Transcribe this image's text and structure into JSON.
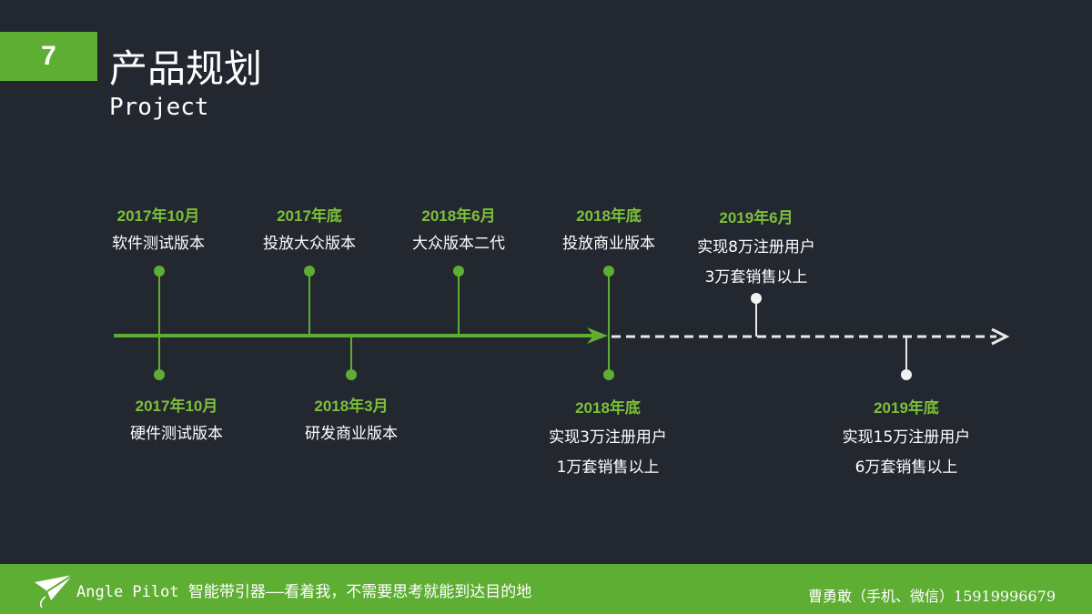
{
  "header": {
    "number": "7",
    "title": "产品规划",
    "subtitle": "Project"
  },
  "colors": {
    "background": "#23272f",
    "accent": "#5fae34",
    "date": "#7cc03a",
    "future": "#e8e8e8"
  },
  "timeline": {
    "above": [
      {
        "date": "2017年10月",
        "lines": [
          "软件测试版本"
        ],
        "status": "done"
      },
      {
        "date": "2017年底",
        "lines": [
          "投放大众版本"
        ],
        "status": "done"
      },
      {
        "date": "2018年6月",
        "lines": [
          "大众版本二代"
        ],
        "status": "done"
      },
      {
        "date": "2018年底",
        "lines": [
          "投放商业版本"
        ],
        "status": "done"
      },
      {
        "date": "2019年6月",
        "lines": [
          "实现8万注册用户",
          "3万套销售以上"
        ],
        "status": "planned"
      }
    ],
    "below": [
      {
        "date": "2017年10月",
        "lines": [
          "硬件测试版本"
        ],
        "status": "done"
      },
      {
        "date": "2018年3月",
        "lines": [
          "研发商业版本"
        ],
        "status": "done"
      },
      {
        "date": "2018年底",
        "lines": [
          "实现3万注册用户",
          "1万套销售以上"
        ],
        "status": "done"
      },
      {
        "date": "2019年底",
        "lines": [
          "实现15万注册用户",
          "6万套销售以上"
        ],
        "status": "planned"
      }
    ]
  },
  "footer": {
    "logo_icon": "paper-plane-icon",
    "slogan": "Angle Pilot 智能带引器——看着我，不需要思考就能到达目的地",
    "contact": "曹勇敢（手机、微信）15919996679"
  }
}
